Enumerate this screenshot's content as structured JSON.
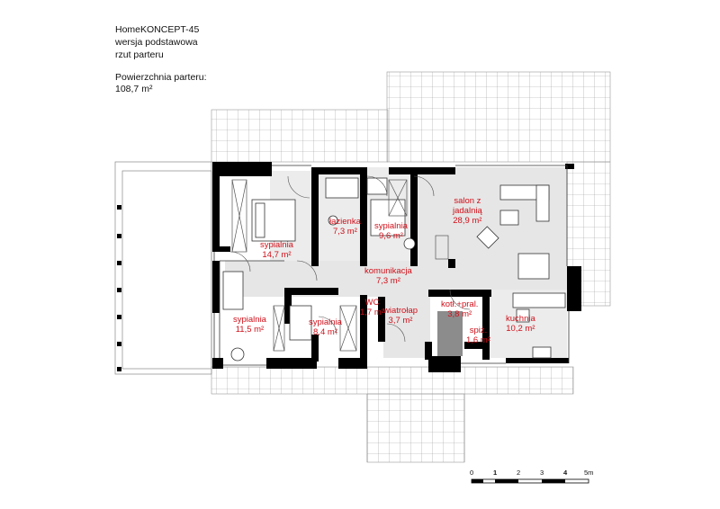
{
  "header": {
    "title": "HomeKONCEPT-45",
    "line2": "wersja podstawowa",
    "line3": "rzut parteru",
    "area_label": "Powierzchnia parteru:",
    "area_value": "108,7 m²"
  },
  "rooms": [
    {
      "name": "sypialnia",
      "area": "14,7 m²"
    },
    {
      "name": "łazienka",
      "area": "7,3 m²"
    },
    {
      "name": "sypialnia",
      "area": "9,6 m²"
    },
    {
      "name": "salon z",
      "name2": "jadalnią",
      "area": "28,9 m²"
    },
    {
      "name": "komunikacja",
      "area": "7,3 m²"
    },
    {
      "name": "sypialnia",
      "area": "11,5 m²"
    },
    {
      "name": "sypialnia",
      "area": "8,4 m²"
    },
    {
      "name": "WC",
      "area": "1,7 m²"
    },
    {
      "name": "wiatrołap",
      "area": "3,7 m²"
    },
    {
      "name": "kotł.+pral.",
      "area": "3,8 m²"
    },
    {
      "name": "spiż.",
      "area": "1,6 m²"
    },
    {
      "name": "kuchnia",
      "area": "10,2 m²"
    }
  ],
  "scale": {
    "ticks": [
      "0",
      "1",
      "2",
      "3",
      "4",
      "5m"
    ]
  },
  "colors": {
    "wall": "#000000",
    "label": "#d0101a",
    "floor": "#e6e6e6",
    "grid": "#9a9a9a"
  }
}
